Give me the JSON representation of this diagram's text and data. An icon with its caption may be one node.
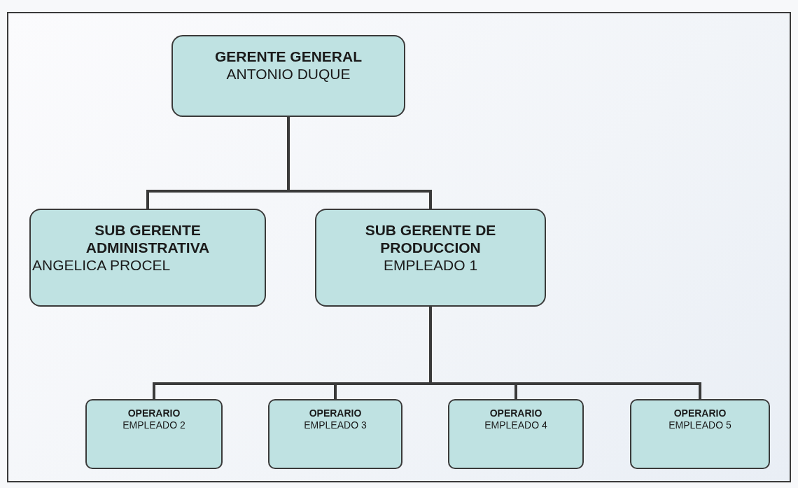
{
  "diagram": {
    "nodes": [
      {
        "text": [
          "GERENTE GENERAL",
          "ANTONIO DUQUE"
        ]
      },
      {
        "text": [
          "SUB GERENTE ADMINISTRATIVA",
          "ANGELICA PROCEL"
        ]
      },
      {
        "text": [
          "SUB GERENTE DE PRODUCCION",
          "EMPLEADO 1"
        ]
      },
      {
        "text": [
          "OPERARIO",
          "EMPLEADO 2"
        ]
      },
      {
        "text": [
          "OPERARIO",
          "EMPLEADO 3"
        ]
      },
      {
        "text": [
          "OPERARIO",
          "EMPLEADO 4"
        ]
      },
      {
        "text": [
          "OPERARIO",
          "EMPLEADO 5"
        ]
      }
    ],
    "edges": [
      {
        "from": 0,
        "to": 1,
        "arrow": "none"
      },
      {
        "from": 0,
        "to": 2,
        "arrow": "none"
      },
      {
        "from": 2,
        "to": 3,
        "arrow": "none"
      },
      {
        "from": 2,
        "to": 4,
        "arrow": "none"
      },
      {
        "from": 2,
        "to": 5,
        "arrow": "none"
      },
      {
        "from": 2,
        "to": 6,
        "arrow": "none"
      }
    ]
  }
}
